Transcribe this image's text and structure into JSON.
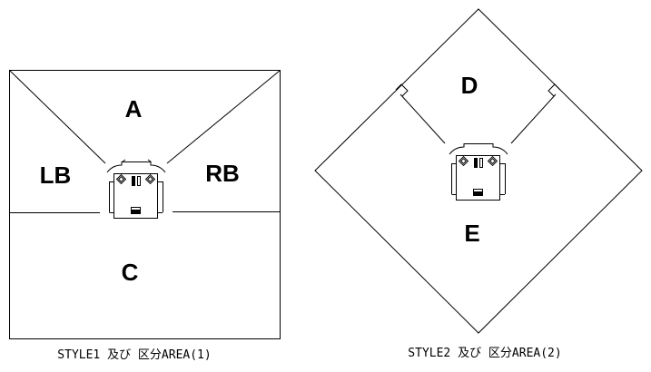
{
  "diagram": {
    "style1": {
      "caption": "STYLE1 及び 区分AREA(1)",
      "regions": {
        "a": "A",
        "lb": "LB",
        "rb": "RB",
        "c": "C"
      }
    },
    "style2": {
      "caption": "STYLE2 及び 区分AREA(2)",
      "regions": {
        "d": "D",
        "e": "E"
      }
    },
    "colors": {
      "line": "#000000",
      "background": "#ffffff"
    }
  }
}
